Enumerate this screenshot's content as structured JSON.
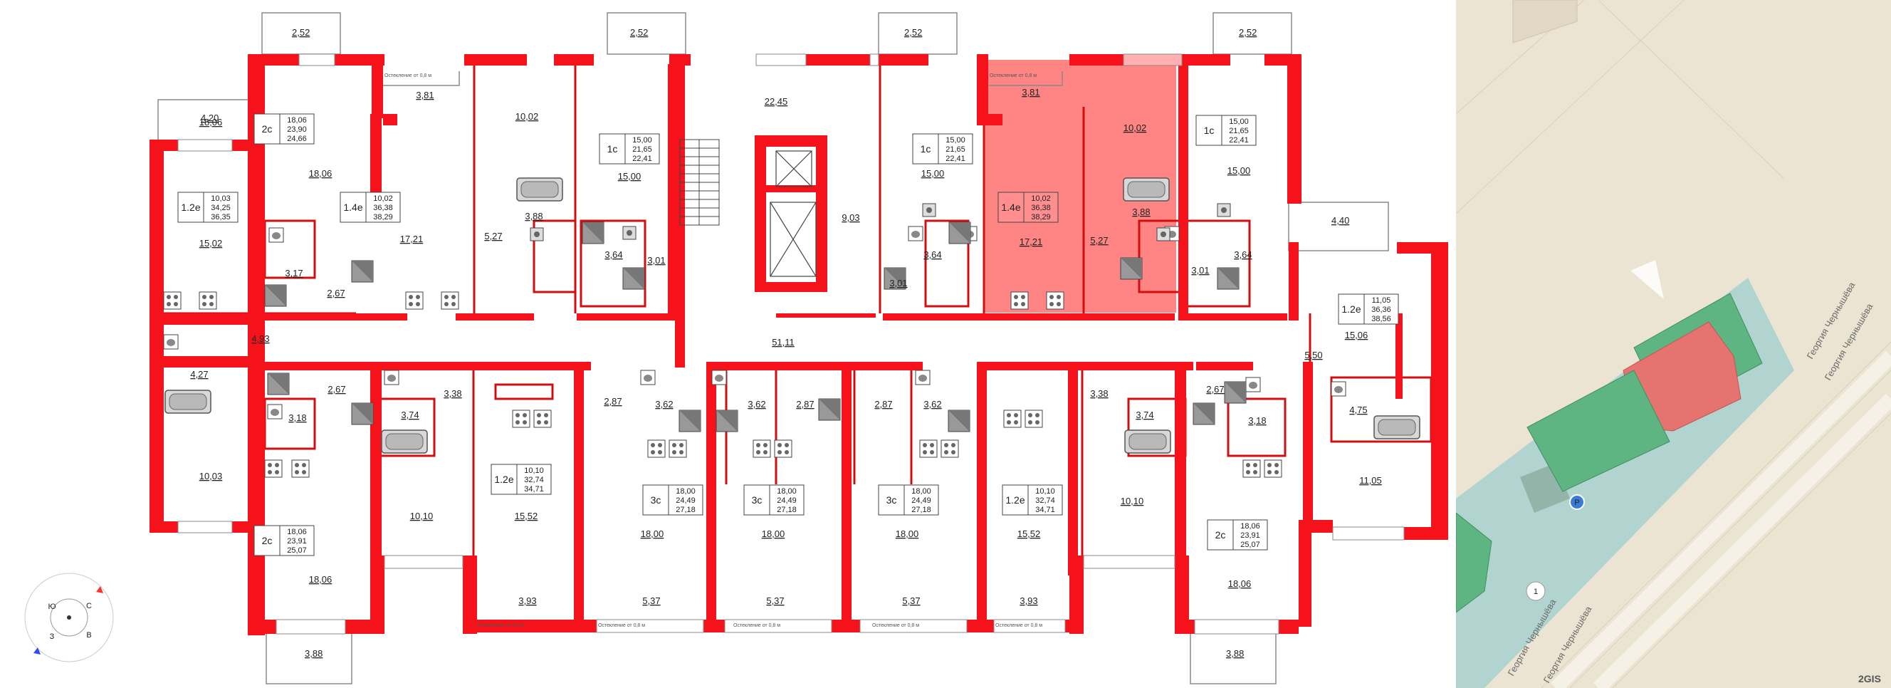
{
  "balconies": [
    "2,52",
    "2,52",
    "2,52",
    "2,52",
    "4,20",
    "4,40",
    "3,88",
    "3,88"
  ],
  "glazing_note": "Остекление от 0,8 м",
  "rooms": [
    {
      "id": "a",
      "v": "22,45"
    },
    {
      "id": "b",
      "v": "51,11"
    },
    {
      "id": "c",
      "v": "3,81"
    },
    {
      "id": "d",
      "v": "3,81"
    },
    {
      "id": "e",
      "v": "10,02"
    },
    {
      "id": "f",
      "v": "10,02"
    },
    {
      "id": "g",
      "v": "18,06"
    },
    {
      "id": "h",
      "v": "15,00"
    },
    {
      "id": "i",
      "v": "15,00"
    },
    {
      "id": "j",
      "v": "15,00"
    },
    {
      "id": "k",
      "v": "15,02"
    },
    {
      "id": "l",
      "v": "17,21"
    },
    {
      "id": "m",
      "v": "17,21"
    },
    {
      "id": "n",
      "v": "3,88"
    },
    {
      "id": "o",
      "v": "3,88"
    },
    {
      "id": "p",
      "v": "5,27"
    },
    {
      "id": "q",
      "v": "5,27"
    },
    {
      "id": "r",
      "v": "3,64"
    },
    {
      "id": "s",
      "v": "3,64"
    },
    {
      "id": "t",
      "v": "3,64"
    },
    {
      "id": "u",
      "v": "3,01"
    },
    {
      "id": "v",
      "v": "3,01"
    },
    {
      "id": "w",
      "v": "3,01"
    },
    {
      "id": "x",
      "v": "9,03"
    },
    {
      "id": "y",
      "v": "3,17"
    },
    {
      "id": "z",
      "v": "2,67"
    },
    {
      "id": "aa",
      "v": "4,93"
    },
    {
      "id": "ab",
      "v": "4,27"
    },
    {
      "id": "ac",
      "v": "3,18"
    },
    {
      "id": "ad",
      "v": "2,67"
    },
    {
      "id": "ae",
      "v": "3,38"
    },
    {
      "id": "af",
      "v": "3,74"
    },
    {
      "id": "ag",
      "v": "2,87"
    },
    {
      "id": "ah",
      "v": "3,62"
    },
    {
      "id": "ai",
      "v": "3,62"
    },
    {
      "id": "aj",
      "v": "2,87"
    },
    {
      "id": "ak",
      "v": "2,87"
    },
    {
      "id": "al",
      "v": "3,62"
    },
    {
      "id": "am",
      "v": "3,38"
    },
    {
      "id": "an",
      "v": "3,74"
    },
    {
      "id": "ao",
      "v": "2,67"
    },
    {
      "id": "ap",
      "v": "3,18"
    },
    {
      "id": "aq",
      "v": "5,50"
    },
    {
      "id": "ar",
      "v": "15,06"
    },
    {
      "id": "as",
      "v": "4,75"
    },
    {
      "id": "at",
      "v": "11,05"
    },
    {
      "id": "au",
      "v": "10,03"
    },
    {
      "id": "av",
      "v": "10,10"
    },
    {
      "id": "aw",
      "v": "15,52"
    },
    {
      "id": "ax",
      "v": "18,00"
    },
    {
      "id": "ay",
      "v": "18,00"
    },
    {
      "id": "az",
      "v": "18,00"
    },
    {
      "id": "ba",
      "v": "15,52"
    },
    {
      "id": "bb",
      "v": "10,10"
    },
    {
      "id": "bc",
      "v": "18,06"
    },
    {
      "id": "bd",
      "v": "18,06"
    },
    {
      "id": "be",
      "v": "3,93"
    },
    {
      "id": "bf",
      "v": "5,37"
    },
    {
      "id": "bg",
      "v": "5,37"
    },
    {
      "id": "bh",
      "v": "5,37"
    },
    {
      "id": "bi",
      "v": "3,93"
    },
    {
      "id": "bj",
      "v": "18,06"
    }
  ],
  "apartments": [
    {
      "id": "p1",
      "type": "2с",
      "v": [
        "18,06",
        "23,90",
        "24,66"
      ]
    },
    {
      "id": "p2",
      "type": "1.2е",
      "v": [
        "10,03",
        "34,25",
        "36,35"
      ]
    },
    {
      "id": "p3",
      "type": "1.4е",
      "v": [
        "10,02",
        "36,38",
        "38,29"
      ]
    },
    {
      "id": "p4",
      "type": "1с",
      "v": [
        "15,00",
        "21,65",
        "22,41"
      ]
    },
    {
      "id": "p5",
      "type": "1с",
      "v": [
        "15,00",
        "21,65",
        "22,41"
      ]
    },
    {
      "id": "p6",
      "type": "1.4е",
      "v": [
        "10,02",
        "36,38",
        "38,29"
      ]
    },
    {
      "id": "p7",
      "type": "1с",
      "v": [
        "15,00",
        "21,65",
        "22,41"
      ]
    },
    {
      "id": "p8",
      "type": "1.2е",
      "v": [
        "11,05",
        "36,36",
        "38,56"
      ]
    },
    {
      "id": "p9",
      "type": "1.2е",
      "v": [
        "10,10",
        "32,74",
        "34,71"
      ]
    },
    {
      "id": "p10",
      "type": "3с",
      "v": [
        "18,00",
        "24,49",
        "27,18"
      ]
    },
    {
      "id": "p11",
      "type": "3с",
      "v": [
        "18,00",
        "24,49",
        "27,18"
      ]
    },
    {
      "id": "p12",
      "type": "3с",
      "v": [
        "18,00",
        "24,49",
        "27,18"
      ]
    },
    {
      "id": "p13",
      "type": "1.2е",
      "v": [
        "10,10",
        "32,74",
        "34,71"
      ]
    },
    {
      "id": "p14",
      "type": "2с",
      "v": [
        "18,06",
        "23,91",
        "25,07"
      ]
    },
    {
      "id": "p15",
      "type": "2с",
      "v": [
        "18,06",
        "23,91",
        "25,07"
      ]
    }
  ],
  "compass": [
    "С",
    "В",
    "Ю",
    "З"
  ],
  "map": {
    "streets": [
      "Георгия Чернышёва",
      "Георгия Чернышёва",
      "Георгия Чернышёва",
      "Георгия Чернышёва"
    ],
    "markers": {
      "parking": "P",
      "building": "1"
    },
    "brand": "2GIS",
    "colors": {
      "background": "#ece4d2",
      "selected": "#e5736f",
      "building": "#5fb582",
      "plot": "#9ecfcf"
    }
  },
  "colors": {
    "wall": "#f5121b",
    "highlight": "#ff6f6f",
    "fixture": "#b9b9b9"
  }
}
